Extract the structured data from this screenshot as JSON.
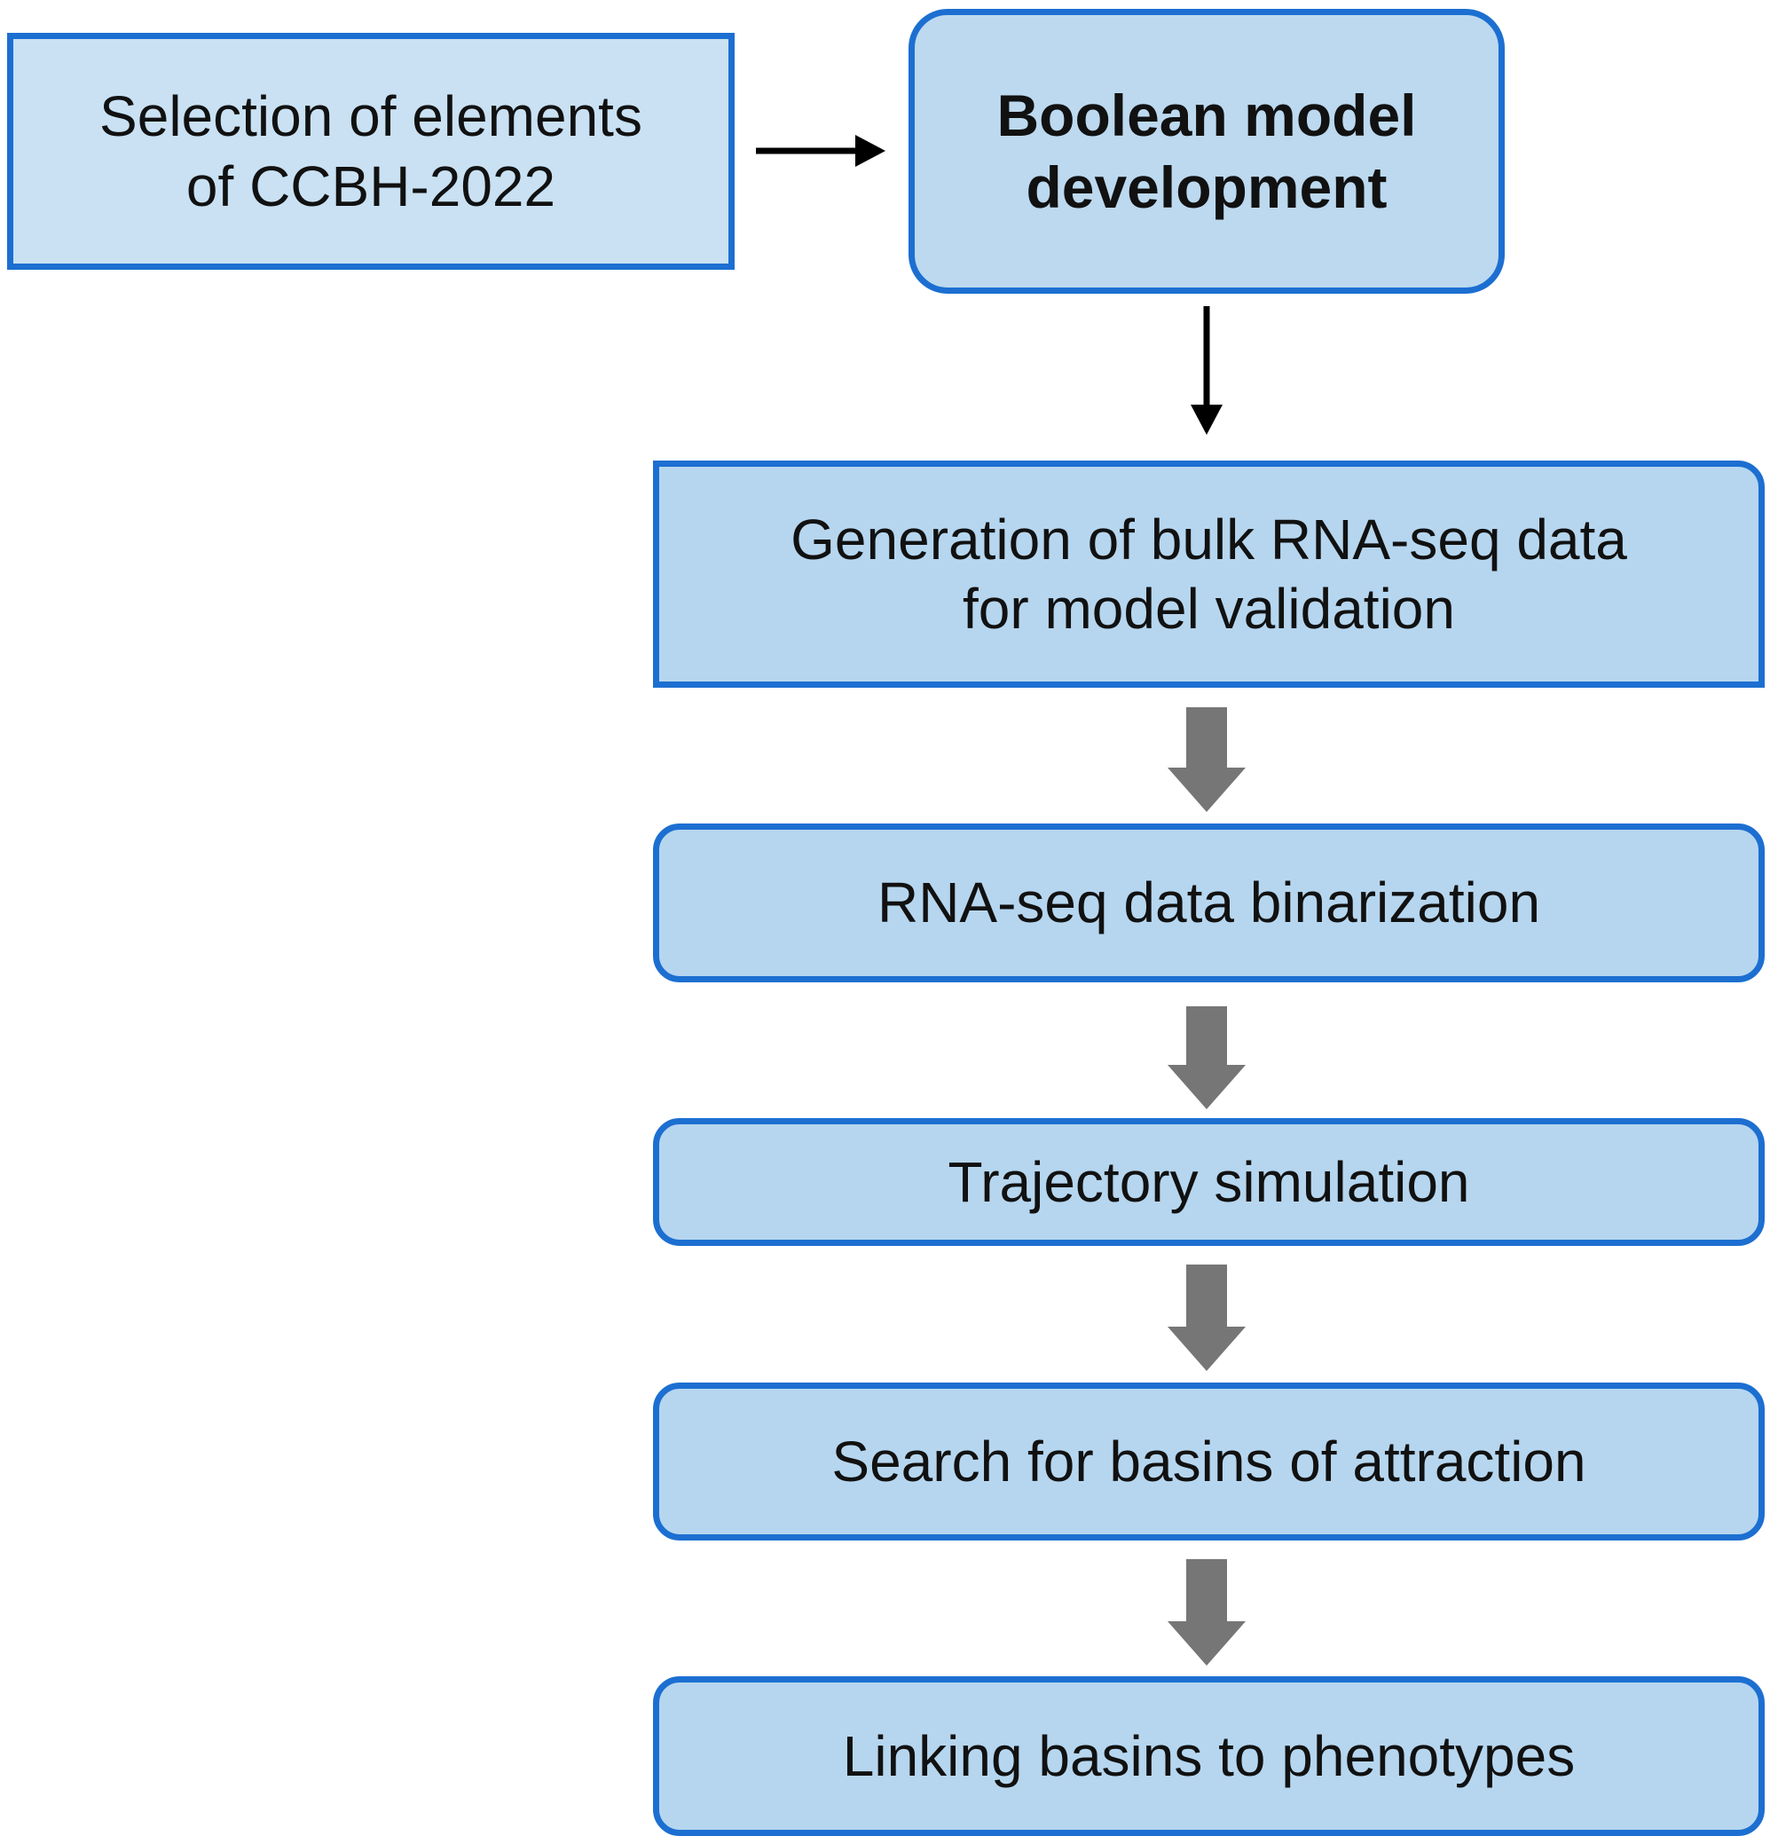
{
  "nodes": {
    "selection": {
      "line1": "Selection of elements",
      "line2": "of CCBH-2022"
    },
    "boolean": {
      "line1": "Boolean model",
      "line2": "development"
    },
    "generation": {
      "line1": "Generation of bulk RNA-seq data",
      "line2": "for model validation"
    },
    "binarization": {
      "label": "RNA-seq data binarization"
    },
    "trajectory": {
      "label": "Trajectory simulation"
    },
    "search": {
      "label": "Search for basins of attraction"
    },
    "linking": {
      "label": "Linking basins to phenotypes"
    }
  },
  "edges": [
    {
      "from": "selection",
      "to": "boolean",
      "style": "thin-black"
    },
    {
      "from": "boolean",
      "to": "generation",
      "style": "thin-black"
    },
    {
      "from": "generation",
      "to": "binarization",
      "style": "block-gray"
    },
    {
      "from": "binarization",
      "to": "trajectory",
      "style": "block-gray"
    },
    {
      "from": "trajectory",
      "to": "search",
      "style": "block-gray"
    },
    {
      "from": "search",
      "to": "linking",
      "style": "block-gray"
    }
  ],
  "colors": {
    "border": "#1c6fd1",
    "fill_light": "#c9e1f3",
    "fill": "#b6d6ef",
    "block_arrow": "#767676",
    "line_arrow": "#000000"
  }
}
